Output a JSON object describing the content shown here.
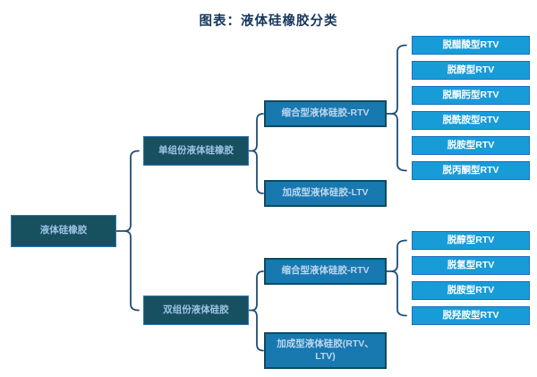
{
  "title": "图表：液体硅橡胶分类",
  "colors": {
    "title": "#17375D",
    "line": "#1F4E79",
    "dark_box_fill": "#17505F",
    "dark_box_border": "#2E75B6",
    "dark_box_text": "#9DC3E6",
    "mid_box_fill": "#1878B0",
    "mid_box_border": "#114A5E",
    "mid_box_text": "#BDD7EE",
    "leaf_fill": "#189CD8",
    "leaf_border": "#1B6FBE",
    "leaf_text": "#FFFFFF"
  },
  "nodes": {
    "root": "液体硅橡胶",
    "branch_single": "单组份液体硅橡胶",
    "branch_double": "双组份液体硅胶",
    "single_condensation": "缩合型液体硅胶-RTV",
    "single_addition": "加成型液体硅胶-LTV",
    "double_condensation": "缩合型液体硅胶-RTV",
    "double_addition": "加成型液体硅胶(RTV、LTV)",
    "single_condensation_leaves": [
      "脱醋酸型RTV",
      "脱醇型RTV",
      "脱酮肟型RTV",
      "脱酰胺型RTV",
      "脱胺型RTV",
      "脱丙酮型RTV"
    ],
    "double_condensation_leaves": [
      "脱醇型RTV",
      "脱氢型RTV",
      "脱胺型RTV",
      "脱羟胺型RTV"
    ]
  }
}
